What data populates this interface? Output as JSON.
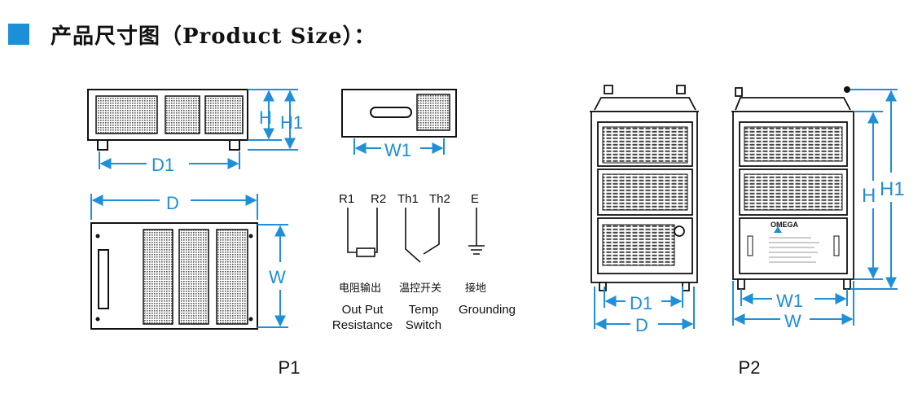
{
  "header": {
    "title": "产品尺寸图（Product Size）："
  },
  "p1": {
    "label": "P1",
    "dims": {
      "H": "H",
      "H1": "H1",
      "D1": "D1",
      "D": "D",
      "W": "W",
      "W1": "W1"
    },
    "terminals": {
      "r1": "R1",
      "r2": "R2",
      "th1": "Th1",
      "th2": "Th2",
      "e": "E",
      "resistance_cn": "电阻输出",
      "temp_cn": "温控开关",
      "ground_cn": "接地",
      "resistance_en_1": "Out Put",
      "resistance_en_2": "Resistance",
      "temp_en_1": "Temp",
      "temp_en_2": "Switch",
      "ground_en": "Grounding"
    }
  },
  "p2": {
    "label": "P2",
    "brand": "OMEGA",
    "dims": {
      "D1": "D1",
      "D": "D",
      "W1": "W1",
      "W": "W",
      "H": "H",
      "H1": "H1"
    }
  },
  "colors": {
    "accent": "#1f8fd8",
    "line": "#111111"
  }
}
